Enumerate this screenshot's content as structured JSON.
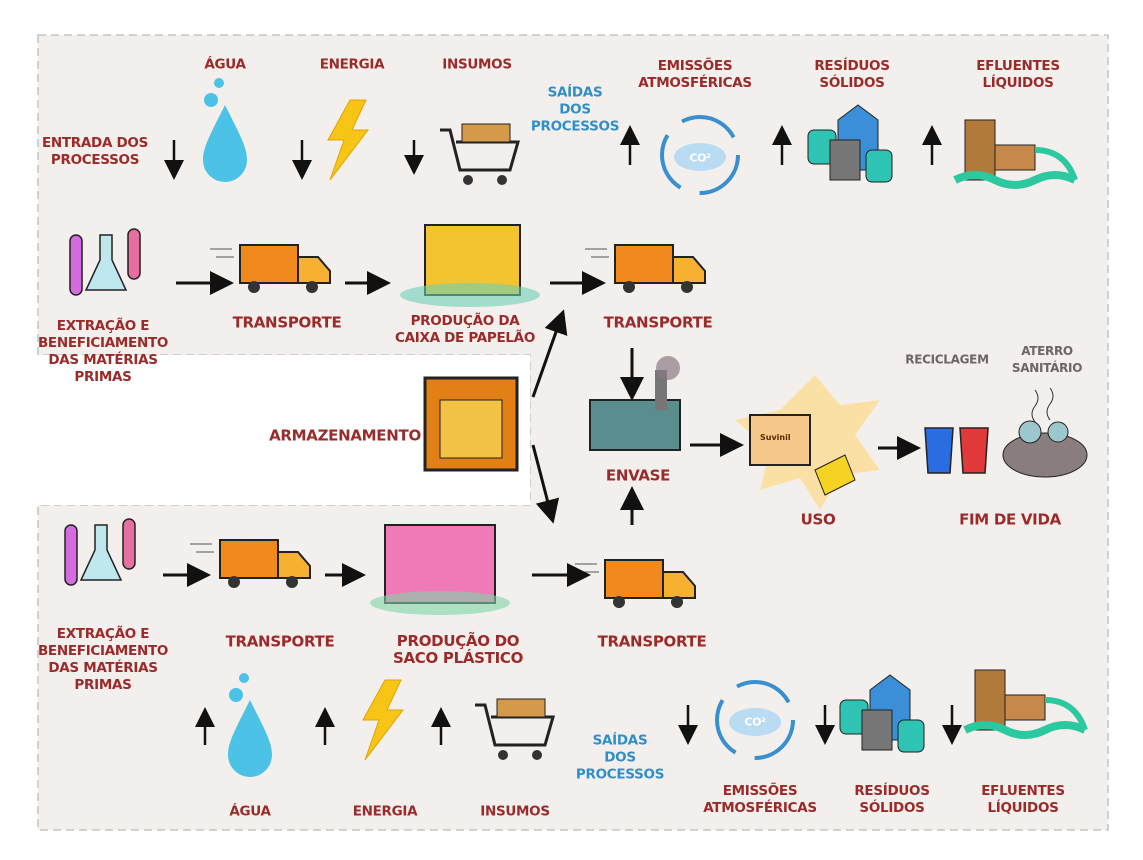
{
  "colors": {
    "label": "#9b2a2a",
    "outputs": "#2f8fc6",
    "endoflife": "#6e6565",
    "background": "#f3efec",
    "truck": "#f08a1c",
    "paper_factory": "#f4c430",
    "plastic_factory": "#f07ab8",
    "water": "#4cc3e6",
    "energy": "#f7c515"
  },
  "top": {
    "inputs_title": "ENTRADA DOS\nPROCESSOS",
    "water": "ÁGUA",
    "energy": "ENERGIA",
    "supplies": "INSUMOS",
    "outputs_title": "SAÍDAS\nDOS\nPROCESSOS",
    "emissions": "EMISSÕES\nATMOSFÉRICAS",
    "solid_waste": "RESÍDUOS\nSÓLIDOS",
    "effluents": "EFLUENTES\nLÍQUIDOS",
    "extraction": "EXTRAÇÃO E\nBENEFICIAMENTO\nDAS MATÉRIAS\nPRIMAS",
    "transport_1": "TRANSPORTE",
    "production": "PRODUÇÃO DA\nCAIXA DE PAPELÃO",
    "transport_2": "TRANSPORTE",
    "co2": "CO²"
  },
  "middle": {
    "storage": "ARMAZENAMENTO",
    "filling": "ENVASE",
    "use": "USO",
    "end_of_life": "FIM DE VIDA",
    "recycling": "RECICLAGEM",
    "landfill": "ATERRO SANITÁRIO",
    "brand": "Suvinil"
  },
  "bottom": {
    "extraction": "EXTRAÇÃO E\nBENEFICIAMENTO\nDAS MATÉRIAS\nPRIMAS",
    "transport_1": "TRANSPORTE",
    "production": "PRODUÇÃO DO\nSACO PLÁSTICO",
    "transport_2": "TRANSPORTE",
    "water": "ÁGUA",
    "energy": "ENERGIA",
    "supplies": "INSUMOS",
    "outputs_title": "SAÍDAS\nDOS\nPROCESSOS",
    "emissions": "EMISSÕES\nATMOSFÉRICAS",
    "solid_waste": "RESÍDUOS\nSÓLIDOS",
    "effluents": "EFLUENTES\nLÍQUIDOS",
    "co2": "CO²"
  }
}
